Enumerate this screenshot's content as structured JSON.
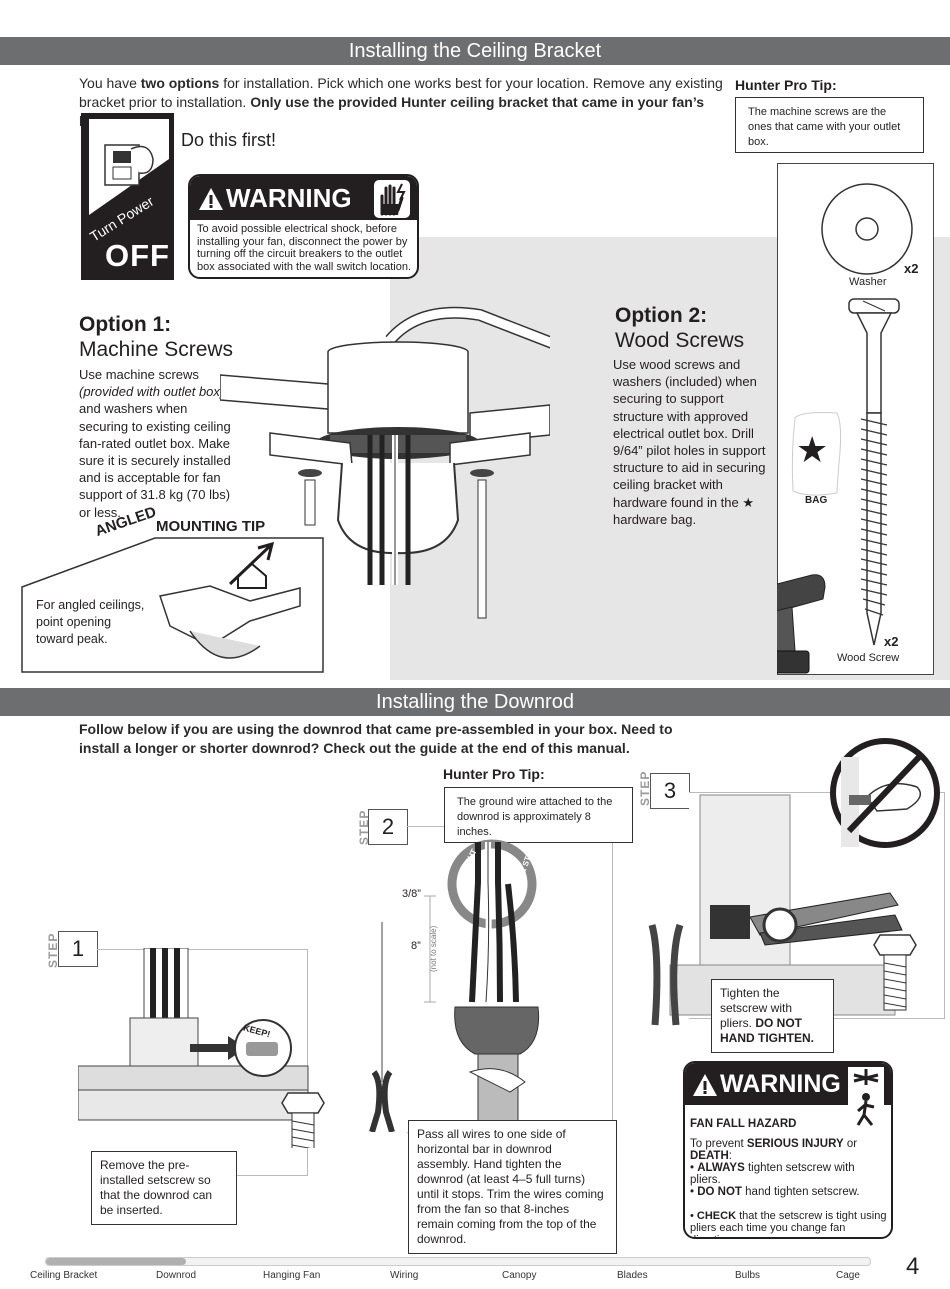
{
  "sections": {
    "bracket_title": "Installing the Ceiling Bracket",
    "downrod_title": "Installing the Downrod"
  },
  "bracket": {
    "intro_a": "You have ",
    "intro_b": "two options",
    "intro_c": " for installation. Pick which one works best for your location. Remove any existing",
    "intro_d": "bracket prior to installation. ",
    "intro_e": "Only use the provided Hunter ceiling bracket that came in your fan’s box.",
    "pro_tip_label": "Hunter Pro Tip:",
    "pro_tip_text": "The machine screws are the ones that came with your outlet box.",
    "turn_power_label": "Turn Power",
    "off_label": "OFF",
    "do_first": "Do this first!",
    "warning_title": "WARNING",
    "warning_text": "To avoid possible electrical shock, before installing your fan, disconnect the power by turning off the circuit breakers to the outlet box associated with the wall switch location.",
    "option1_title": "Option 1:",
    "option1_sub": "Machine Screws",
    "option1_l1": "Use machine screws",
    "option1_l2": "(provided with outlet box)",
    "option1_l3": "and washers when securing to existing ceiling fan-rated outlet box. Make sure it is securely installed and is acceptable for fan support of 31.8 kg (70 lbs) or less.",
    "option2_title": "Option 2:",
    "option2_sub": "Wood Screws",
    "option2_a": "Use wood screws and washers (included) when securing to support structure with approved electrical outlet box. Drill 9/64” pilot holes in support structure to aid in securing ceiling bracket with hardware found in the ",
    "option2_star": "★",
    "option2_b": " hardware bag.",
    "angled": "ANGLED",
    "mounting_tip": "MOUNTING TIP",
    "angled_text": "For angled ceilings, point opening toward peak.",
    "washer_label": "Washer",
    "washer_qty": "x2",
    "wood_screw_label": "Wood Screw",
    "wood_screw_qty": "x2",
    "bag_label": "BAG",
    "bag_star": "★"
  },
  "downrod": {
    "intro_1": "Follow below if you are using the downrod that came pre-assembled in your box. Need to",
    "intro_2": "install a longer or shorter downrod? Check out the guide at the end of this manual.",
    "step_word": "STEP",
    "step1": "1",
    "step2": "2",
    "step3": "3",
    "keep": "KEEP!",
    "step1_text": "Remove the pre-installed setscrew so that the downrod can be inserted.",
    "pro_tip_label": "Hunter Pro Tip:",
    "pro_tip_text": "The ground wire attached to the downrod is approximately 8 inches.",
    "cut": "CUT",
    "strip": "& STRIP",
    "dim_38": "3/8”",
    "dim_8": "8”",
    "not_to_scale": "(not to scale)",
    "step2_text": "Pass all wires to one side of horizontal bar in downrod assembly. Hand tighten the downrod (at least 4–5 full turns) until it stops. Trim the wires coming from the fan so that 8-inches remain coming from the top of the downrod.",
    "step3_a": "Tighten the setscrew with pliers. ",
    "step3_b": "DO NOT HAND TIGHTEN.",
    "warning_title": "WARNING",
    "hazard": "FAN FALL HAZARD",
    "prevent_a": "To prevent ",
    "prevent_b": "SERIOUS INJURY",
    "prevent_c": " or ",
    "prevent_d": "DEATH",
    "prevent_e": ":",
    "b1_a": "ALWAYS",
    "b1_b": " tighten setscrew with pliers.",
    "b2_a": "DO NOT",
    "b2_b": " hand tighten setscrew.",
    "b3_a": "CHECK",
    "b3_b": " that the setscrew is tight using pliers each time you change fan direction."
  },
  "footer": {
    "nav": [
      "Ceiling Bracket",
      "Downrod",
      "Hanging Fan",
      "Wiring",
      "Canopy",
      "Blades",
      "Bulbs",
      "Cage"
    ],
    "progress": 0.17,
    "page_number": "4"
  },
  "colors": {
    "band": "#6d6e70",
    "panel": "#e6e6e7",
    "dark": "#231f20"
  }
}
